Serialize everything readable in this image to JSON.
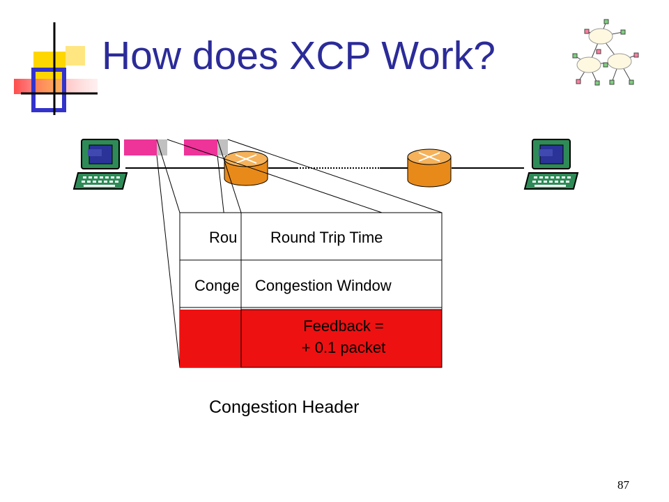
{
  "slide": {
    "title": "How does XCP Work?",
    "page_number": "87"
  },
  "header": {
    "caption": "Congestion Header",
    "back_layer": {
      "rtt_partial": "Rou",
      "cwnd_partial": "Conge"
    },
    "front_layer": {
      "rtt_label": "Round Trip Time",
      "cwnd_label": "Congestion Window",
      "feedback_line1": "Feedback  =",
      "feedback_line2": "+ 0.1 packet"
    }
  },
  "colors": {
    "title": "#2b2b99",
    "packet": "#ee3399",
    "packet_tail": "#c0c0c0",
    "feedback_fill": "#ee1111",
    "router": "#e88a1a",
    "computer": "#2e8b57",
    "screen": "#2b3399"
  }
}
